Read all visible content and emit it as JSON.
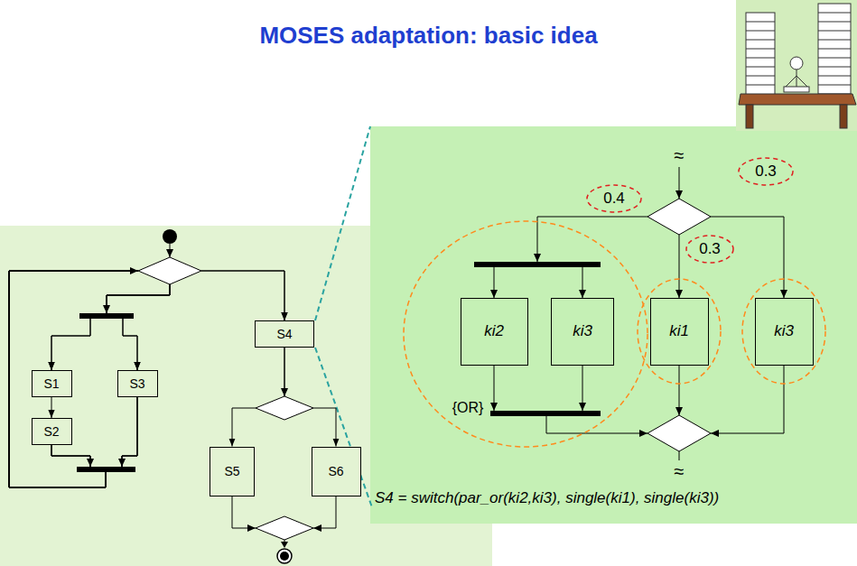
{
  "diagram": {
    "title": "MOSES adaptation: basic idea",
    "caption": "S4 = switch(par_or(ki2,ki3), single(ki1), single(ki3))",
    "nodes": [
      {
        "text": [
          "S1"
        ]
      },
      {
        "text": [
          "S2"
        ]
      },
      {
        "text": [
          "S3"
        ]
      },
      {
        "text": [
          "S4"
        ]
      },
      {
        "text": [
          "S5"
        ]
      },
      {
        "text": [
          "S6"
        ]
      },
      {
        "text": [
          "ki2"
        ]
      },
      {
        "text": [
          "ki3"
        ]
      },
      {
        "text": [
          "ki1"
        ]
      },
      {
        "text": [
          "ki3"
        ]
      }
    ],
    "edges": [
      {
        "from": 0,
        "to": 1,
        "arrow": "to"
      },
      {
        "from": 1,
        "to": 0,
        "arrow": "to"
      },
      {
        "from": 1,
        "to": 2,
        "arrow": "to"
      },
      {
        "from": 1,
        "to": 3,
        "arrow": "to"
      },
      {
        "from": 2,
        "to": 0,
        "arrow": "to"
      },
      {
        "from": 2,
        "to": 2,
        "arrow": "to"
      },
      {
        "from": 2,
        "to": 3,
        "arrow": "to"
      },
      {
        "from": 3,
        "to": 4,
        "arrow": "to"
      },
      {
        "from": 3,
        "to": 5,
        "arrow": "to"
      }
    ],
    "labels": [
      "≈",
      "0.4",
      "0.3",
      "0.3",
      "{OR}",
      "≈"
    ]
  }
}
